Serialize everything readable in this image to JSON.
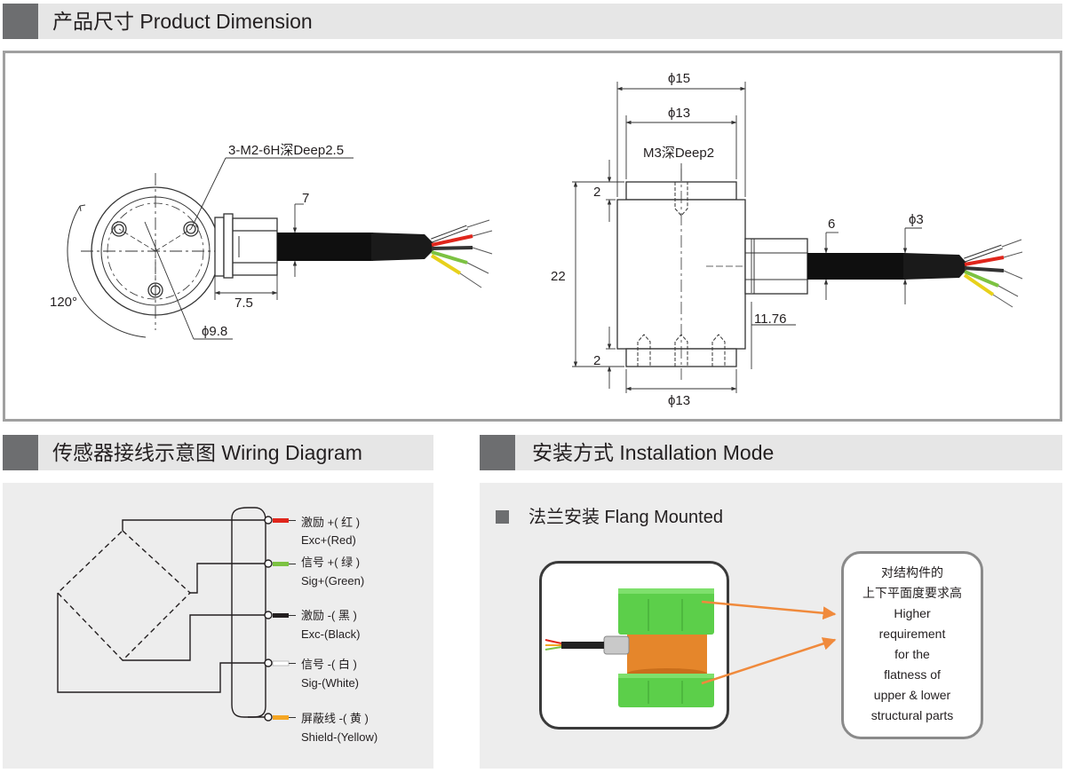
{
  "sections": {
    "dimension": "产品尺寸 Product Dimension",
    "wiring": "传感器接线示意图  Wiring Diagram",
    "installation": "安装方式 Installation Mode"
  },
  "dimension": {
    "thread_note": "3-M2-6H深Deep2.5",
    "dim_7": "7",
    "dim_7_5": "7.5",
    "dim_120": "120°",
    "dim_phi9_8": "ϕ9.8",
    "dim_phi15": "ϕ15",
    "dim_phi13_top": "ϕ13",
    "dim_m3": "M3深Deep2",
    "dim_2_top": "2",
    "dim_22": "22",
    "dim_2_bottom": "2",
    "dim_phi13_bottom": "ϕ13",
    "dim_6": "6",
    "dim_phi3": "ϕ3",
    "dim_11_76": "11.76"
  },
  "wiring": {
    "wires": [
      {
        "cn": "激励 +( 红 )",
        "en": "Exc+(Red)",
        "color": "#e0261c"
      },
      {
        "cn": "信号 +( 绿 )",
        "en": "Sig+(Green)",
        "color": "#7cc242"
      },
      {
        "cn": "激励 -( 黑 )",
        "en": "Exc-(Black)",
        "color": "#231f20"
      },
      {
        "cn": "信号 -( 白 )",
        "en": "Sig-(White)",
        "color": "#ffffff"
      },
      {
        "cn": "屏蔽线 -( 黄 )",
        "en": "Shield-(Yellow)",
        "color": "#f5a623"
      }
    ]
  },
  "installation": {
    "mode_title": "法兰安装 Flang Mounted",
    "note_lines": [
      "对结构件的",
      "上下平面度要求高",
      "Higher",
      "requirement",
      "for the",
      "flatness of",
      "upper & lower",
      "structural parts"
    ]
  },
  "colors": {
    "accent_gray": "#6d6e70",
    "header_bg": "#e6e6e6",
    "arrow": "#f08a3c",
    "block_green": "#5ccf4a",
    "cell_orange": "#e5862b"
  }
}
